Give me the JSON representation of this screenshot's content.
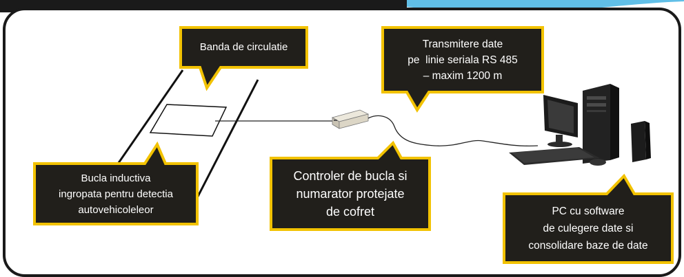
{
  "colors": {
    "frame_dark": "#1a1a1a",
    "callout_fill": "#211f1b",
    "callout_border": "#f2c200",
    "accent_tab": "#61bfe7",
    "text_on_dark": "#ffffff"
  },
  "callouts": {
    "lane": {
      "lines": [
        "Banda de circulatie"
      ]
    },
    "transmission": {
      "lines": [
        "Transmitere date",
        "pe  linie seriala RS 485",
        "– maxim 1200 m"
      ]
    },
    "loop": {
      "lines": [
        "Bucla inductiva",
        "ingropata pentru detectia",
        "autovehicoleleor"
      ]
    },
    "controller": {
      "lines": [
        "Controler de bucla si",
        "numarator protejate",
        "de cofret"
      ]
    },
    "pc": {
      "lines": [
        "PC cu software",
        "de culegere date si",
        "consolidare baze de date"
      ]
    }
  },
  "icons": {
    "controller": "controller-box-icon",
    "pc": "desktop-pc-icon"
  }
}
